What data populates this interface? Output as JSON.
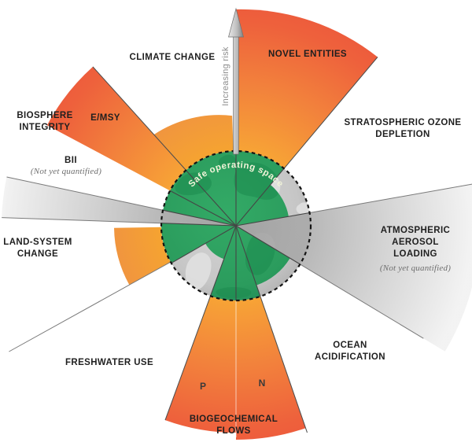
{
  "colors": {
    "green": "#2B9C5D",
    "green_dark": "#1C8A4F",
    "orange_inner": "#F9AC34",
    "orange_deep": "#EC573D",
    "amber": "#F6A52F",
    "gray_wedge": "#A9A9A9",
    "globe_gray": "#C6C6C6",
    "label": "#1F1F1F",
    "note": "#6E6E6E",
    "safe_text": "#F0F4D9",
    "line_gray": "#7A7A7A",
    "arrow_gray": "#9C9C9C"
  },
  "labels": {
    "climate": "CLIMATE CHANGE",
    "novel": "NOVEL ENTITIES",
    "ozone_1": "STRATOSPHERIC OZONE",
    "ozone_2": "DEPLETION",
    "aerosol_1": "ATMOSPHERIC",
    "aerosol_2": "AEROSOL",
    "aerosol_3": "LOADING",
    "aerosol_note": "(Not yet quantified)",
    "ocean_1": "OCEAN",
    "ocean_2": "ACIDIFICATION",
    "biogeo_1": "BIOGEOCHEMICAL",
    "biogeo_2": "FLOWS",
    "freshwater": "FRESHWATER USE",
    "land_1": "LAND-SYSTEM",
    "land_2": "CHANGE",
    "biosphere_1": "BIOSPHERE",
    "biosphere_2": "INTEGRITY",
    "bii": "BII",
    "bii_note": "(Not yet quantified)",
    "emsy": "E/MSY",
    "p": "P",
    "n": "N",
    "safe_space": "Safe operating space",
    "axis": "Increasing risk"
  },
  "boundaries": [
    {
      "name": "Climate change",
      "status": "beyond safe boundary"
    },
    {
      "name": "Novel entities",
      "status": "beyond safe boundary"
    },
    {
      "name": "Stratospheric ozone depletion",
      "status": "within safe operating space"
    },
    {
      "name": "Atmospheric aerosol loading",
      "status": "not yet quantified"
    },
    {
      "name": "Ocean acidification",
      "status": "within safe operating space"
    },
    {
      "name": "Biogeochemical flows",
      "sub": [
        {
          "name": "N",
          "status": "beyond safe boundary"
        },
        {
          "name": "P",
          "status": "beyond safe boundary"
        }
      ]
    },
    {
      "name": "Freshwater use",
      "status": "within safe operating space"
    },
    {
      "name": "Land-system change",
      "status": "beyond safe boundary"
    },
    {
      "name": "Biosphere integrity",
      "sub": [
        {
          "name": "E/MSY",
          "status": "beyond safe boundary"
        },
        {
          "name": "BII",
          "status": "not yet quantified"
        }
      ]
    }
  ]
}
